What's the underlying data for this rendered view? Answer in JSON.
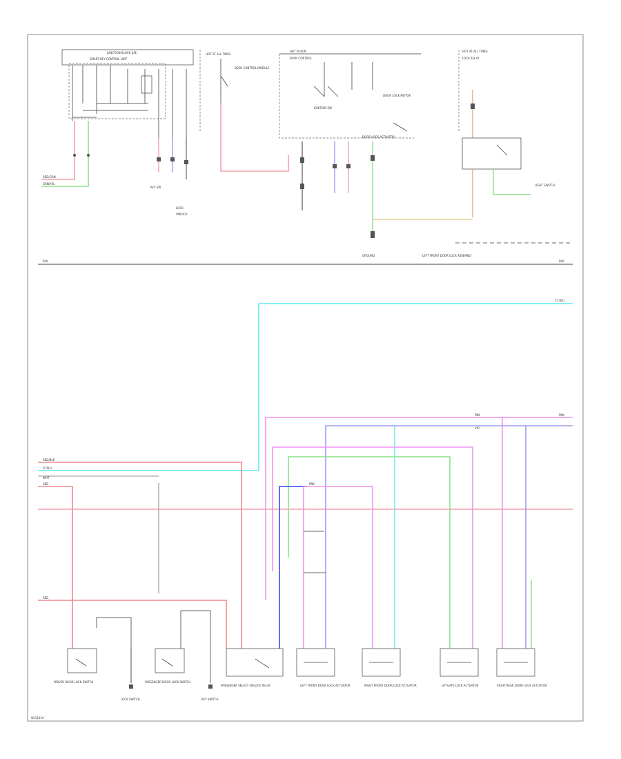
{
  "diagram": {
    "footer_code": "W-D1234",
    "top_section": {
      "left_module": {
        "title": "JUNCTION BLOCK (J/B)",
        "subtitle": "SMART KEY CONTROL UNIT"
      },
      "wires": {
        "wire_a": "RED/GRN",
        "wire_b": "GRN/YEL"
      },
      "left_labels": [
        "KEY SW",
        "LOCK",
        "UNLOCK"
      ],
      "middle_left_labels": {
        "switch_block": "HOT AT ALL TIMES",
        "sensor": "BODY CONTROL MODULE"
      },
      "center_module": {
        "title": "HOT IN RUN",
        "subtitle": "BODY CONTROL"
      },
      "center_sub_labels": [
        "IGNITION SW",
        "DOOR LOCK MOTOR",
        "DOOR LOCK ACTUATOR"
      ],
      "right_module": {
        "title": "HOT AT ALL TIMES",
        "subtitle": "LOCK RELAY"
      },
      "right_labels": [
        "LIGHT SWITCH",
        "LEFT FRONT DOOR LOCK ASSEMBLY"
      ],
      "ground_label": "GROUND"
    },
    "bus_labels": {
      "ground_left": "BLK",
      "ground_right": "BLK",
      "cyan_right": "LT BLU"
    },
    "mid_labels": {
      "left_feed_1": "RED/BLK",
      "left_feed_2": "LT BLU",
      "left_feed_3": "WHT",
      "left_feed_4": "RED",
      "pink_bus_left": "PNK",
      "pink_bus_right": "PNK",
      "violet_label": "VIO",
      "pink_label_2": "PNK",
      "red_label_2": "RED"
    },
    "bottom_components": [
      {
        "name": "DRIVER DOOR LOCK SWITCH"
      },
      {
        "name": "LOCK SWITCH"
      },
      {
        "name": "PASSENGER DOOR LOCK SWITCH"
      },
      {
        "name": "KEY SWITCH"
      },
      {
        "name": "PASSENGER SELECT UNLOCK RELAY"
      },
      {
        "name": "LEFT FRONT DOOR LOCK ACTUATOR"
      },
      {
        "name": "RIGHT FRONT DOOR LOCK ACTUATOR"
      },
      {
        "name": "LIFTGATE LOCK ACTUATOR"
      },
      {
        "name": "RIGHT REAR DOOR LOCK ACTUATOR"
      }
    ]
  }
}
